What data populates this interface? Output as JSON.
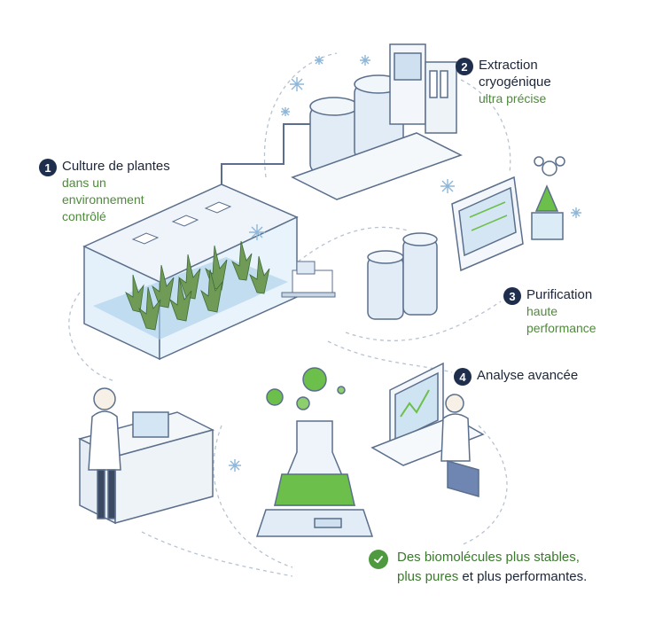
{
  "steps": [
    {
      "number": "1",
      "title": "Culture de plantes",
      "subtitle_lines": [
        "dans un",
        "environnement",
        "contrôlé"
      ]
    },
    {
      "number": "2",
      "title_lines": [
        "Extraction",
        "cryogénique"
      ],
      "subtitle": "ultra précise"
    },
    {
      "number": "3",
      "title": "Purification",
      "subtitle_lines": [
        "haute",
        "performance"
      ]
    },
    {
      "number": "4",
      "title": "Analyse avancée"
    }
  ],
  "conclusion": {
    "line1": "Des biomolécules plus stables,",
    "line2_green": "plus pures",
    "line2_dark": " et plus performantes."
  },
  "colors": {
    "badge": "#1f2e4d",
    "accent_green": "#4f8a3c",
    "liquid_green": "#6cbf4a",
    "outline": "#5b6f8c",
    "glass": "#e4f0fa",
    "cold_blue": "#9cc6e6"
  }
}
